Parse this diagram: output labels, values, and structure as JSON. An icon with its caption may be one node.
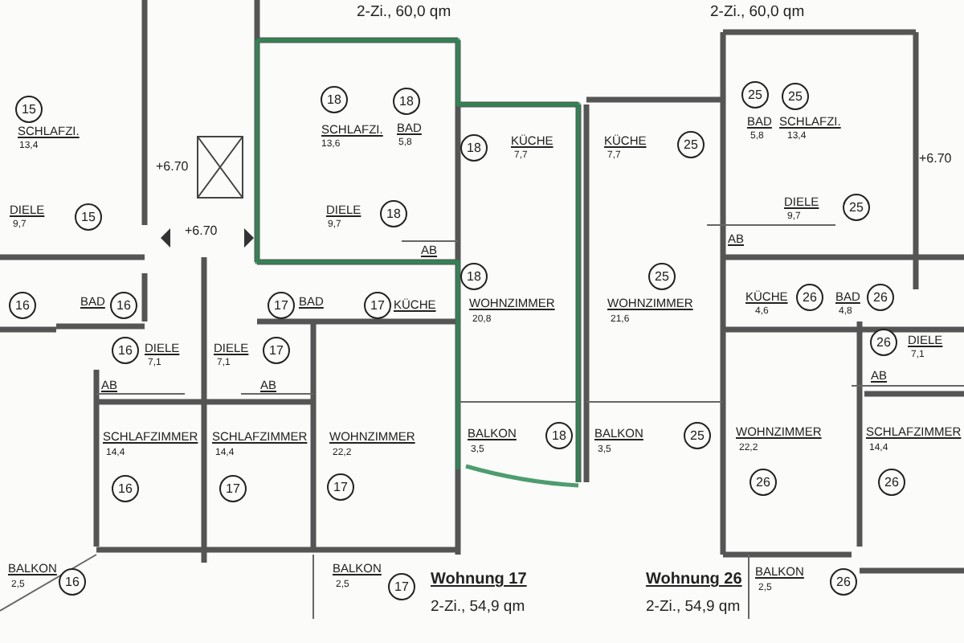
{
  "diagram": {
    "labels": [
      "2-Zi., 60,0 qm",
      "2-Zi., 60,0 qm",
      "15",
      "SCHLAFZI.",
      "13,4",
      "18",
      "SCHLAFZI.",
      "13,6",
      "18",
      "BAD",
      "5,8",
      "25",
      "25",
      "BAD",
      "SCHLAFZI.",
      "5,8",
      "13,4",
      "18",
      "KÜCHE",
      "7,7",
      "KÜCHE",
      "7,7",
      "25",
      "+6.70",
      "+6.70",
      "DIELE",
      "9,7",
      "15",
      "DIELE",
      "9,7",
      "18",
      "DIELE",
      "9,7",
      "25",
      "+6.70",
      "AB",
      "AB",
      "18",
      "25",
      "WOHNZIMMER",
      "20,8",
      "WOHNZIMMER",
      "21,6",
      "16",
      "BAD",
      "16",
      "17",
      "BAD",
      "17",
      "KÜCHE",
      "KÜCHE",
      "26",
      "4,6",
      "BAD",
      "26",
      "4,8",
      "16",
      "DIELE",
      "7,1",
      "DIELE",
      "7,1",
      "17",
      "26",
      "DIELE",
      "7,1",
      "AB",
      "AB",
      "AB",
      "SCHLAFZIMMER",
      "14,4",
      "SCHLAFZIMMER",
      "14,4",
      "WOHNZIMMER",
      "22,2",
      "WOHNZIMMER",
      "22,2",
      "SCHLAFZIMMER",
      "14,4",
      "BALKON",
      "3,5",
      "18",
      "BALKON",
      "3,5",
      "25",
      "16",
      "17",
      "17",
      "26",
      "26",
      "BALKON",
      "2,5",
      "16",
      "BALKON",
      "2,5",
      "17",
      "BALKON",
      "2,5",
      "26",
      "Wohnung 17",
      "2-Zi., 54,9 qm",
      "Wohnung 26",
      "2-Zi., 54,9 qm"
    ]
  }
}
